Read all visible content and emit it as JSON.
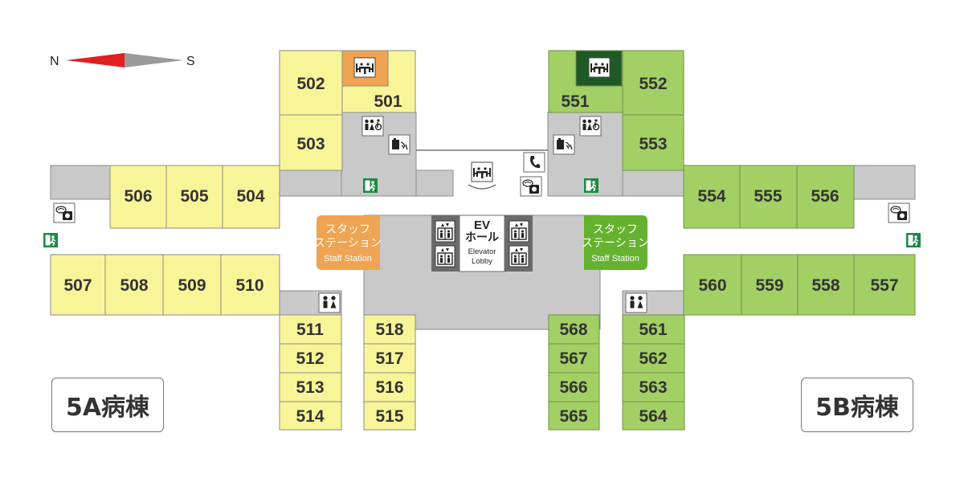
{
  "compass": {
    "north": "N",
    "south": "S"
  },
  "wards": {
    "a": "5A病棟",
    "b": "5B病棟"
  },
  "staff_station": {
    "line1": "スタッフ",
    "line2": "ステーション",
    "en": "Staff Station"
  },
  "elevator": {
    "jp1": "EV",
    "jp2": "ホール",
    "en1": "Elevator",
    "en2": "Lobby"
  },
  "colors": {
    "ward_a_room": "#f8f598",
    "ward_b_room": "#a3d065",
    "corridor": "#c9c9c9",
    "station_a": "#eea452",
    "station_b": "#64b22e",
    "dayroom_a": "#eea452",
    "dayroom_b": "#1f5a26",
    "exit_sign": "#1a8a3e",
    "compass_north": "#e02020",
    "compass_south": "#9a9a9a"
  },
  "rooms": {
    "r501": "501",
    "r502": "502",
    "r503": "503",
    "r504": "504",
    "r505": "505",
    "r506": "506",
    "r507": "507",
    "r508": "508",
    "r509": "509",
    "r510": "510",
    "r511": "511",
    "r512": "512",
    "r513": "513",
    "r514": "514",
    "r515": "515",
    "r516": "516",
    "r517": "517",
    "r518": "518",
    "r551": "551",
    "r552": "552",
    "r553": "553",
    "r554": "554",
    "r555": "555",
    "r556": "556",
    "r557": "557",
    "r558": "558",
    "r559": "559",
    "r560": "560",
    "r561": "561",
    "r562": "562",
    "r563": "563",
    "r564": "564",
    "r565": "565",
    "r566": "566",
    "r567": "567",
    "r568": "568"
  }
}
